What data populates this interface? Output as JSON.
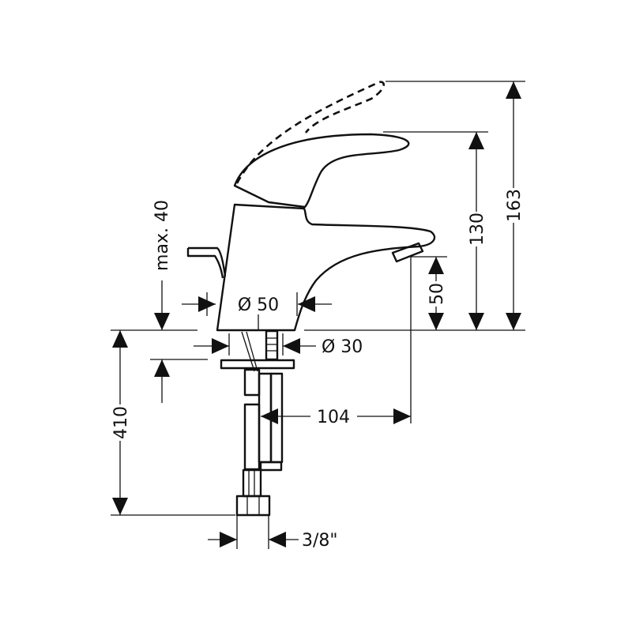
{
  "diagram": {
    "title": "Single-lever basin mixer dimension drawing",
    "dimensions": {
      "total_height": "163",
      "spout_top_height": "130",
      "spout_outlet_height": "50",
      "max_deck_thickness": "max. 40",
      "body_diameter": "Ø 50",
      "shank_diameter": "Ø 30",
      "spout_reach": "104",
      "hose_length": "410",
      "connection_size": "3/8\""
    }
  }
}
